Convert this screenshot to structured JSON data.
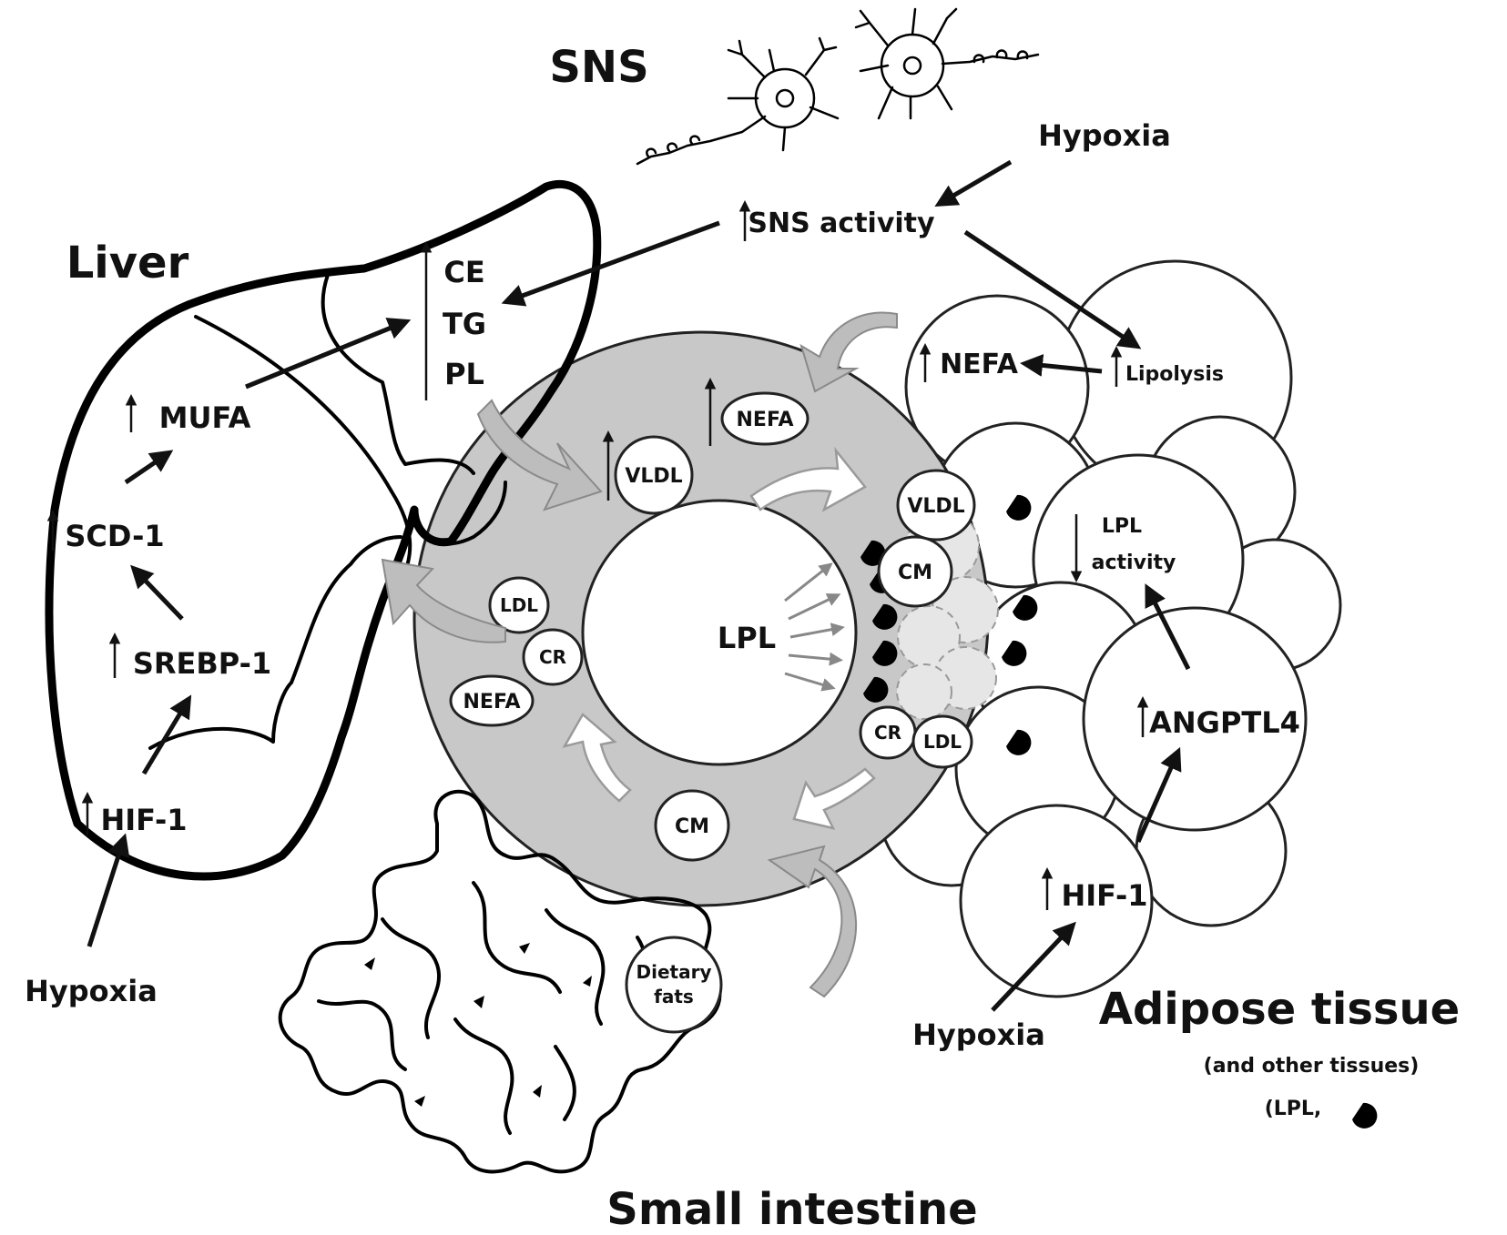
{
  "labels": {
    "sns": "SNS",
    "hypoxia_top": "Hypoxia",
    "sns_activity": "SNS activity",
    "liver": "Liver",
    "ce": "CE",
    "tg": "TG",
    "pl": "PL",
    "mufa": "MUFA",
    "scd1": "SCD-1",
    "srebp1": "SREBP-1",
    "hif1_liver": "HIF-1",
    "hypoxia_liver": "Hypoxia",
    "nefa_adipose": "NEFA",
    "lipolysis": "Lipolysis",
    "lpl_activity_1": "LPL",
    "lpl_activity_2": "activity",
    "angptl4": "ANGPTL4",
    "hif1_adipose": "HIF-1",
    "hypoxia_adipose": "Hypoxia",
    "adipose_tissue": "Adipose tissue",
    "other_tissues": "(and other tissues)",
    "legend_lpl": "(LPL,",
    "small_intestine": "Small intestine",
    "dietary_1": "Dietary",
    "dietary_2": "fats",
    "lpl_center": "LPL",
    "vldl_left": "VLDL",
    "nefa_top": "NEFA",
    "vldl_right": "VLDL",
    "cm_right": "CM",
    "ldl_left": "LDL",
    "cr_left": "CR",
    "nefa_left": "NEFA",
    "cr_right": "CR",
    "ldl_right": "LDL",
    "cm_bottom": "CM"
  },
  "colors": {
    "circulation_fill": "#c8c8c8",
    "ink": "#111111"
  }
}
